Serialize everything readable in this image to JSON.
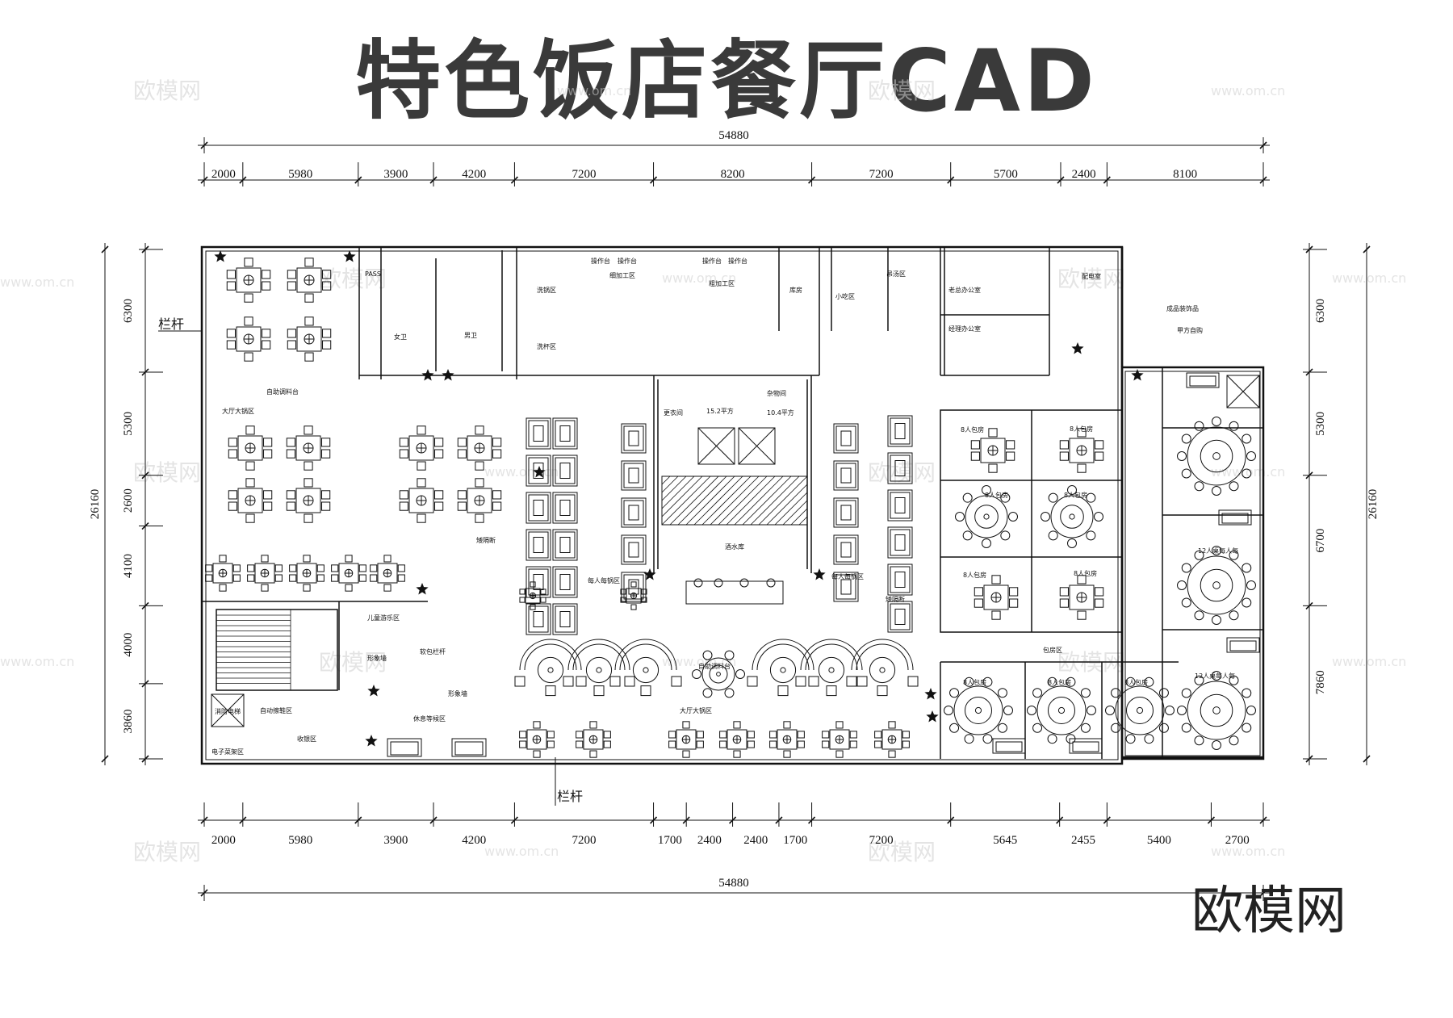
{
  "title": "特色饭店餐厅CAD",
  "brand": "欧模网",
  "watermark": {
    "logo": "欧模网",
    "url": "www.om.cn"
  },
  "dimensions": {
    "total": "54880",
    "top": [
      "2000",
      "5980",
      "3900",
      "4200",
      "7200",
      "8200",
      "7200",
      "5700",
      "2400",
      "8100"
    ],
    "bottom": [
      "2000",
      "5980",
      "3900",
      "4200",
      "7200",
      "1700",
      "2400",
      "2400",
      "1700",
      "7200",
      "5645",
      "2455",
      "5400",
      "2700"
    ],
    "left_total": "26160",
    "right_total": "26160",
    "left": [
      "6300",
      "5300",
      "2600",
      "4100",
      "4000",
      "3860"
    ],
    "right": [
      "6300",
      "5300",
      "6700",
      "7860"
    ]
  },
  "labels": {
    "railing": "栏杆",
    "lobby_hotpot": "大厅大锅区",
    "buffet_sauce": "自助调料台",
    "female_wc": "女卫",
    "male_wc": "男卫",
    "wash_pot": "洗锅区",
    "wash_cup": "洗杯区",
    "work_table": "操作台",
    "rough_area": "细加工区",
    "rough_area2": "粗加工区",
    "storage": "库房",
    "snack": "小吃区",
    "stew": "吊汤区",
    "boss_office": "老总办公室",
    "manager_office": "经理办公室",
    "power_room": "配电室",
    "finished_goods": "成品装饰品",
    "party_a": "甲方自购",
    "locker": "更衣间",
    "locker_area": "15.2平方",
    "sundry": "杂物间",
    "sundry_area": "10.4平方",
    "wine": "酒水库",
    "partition": "矮隔断",
    "per_person": "每人每锅区",
    "room8": "8人包房",
    "room12": "12人桌每人每",
    "private_area": "包房区",
    "kids": "儿童游乐区",
    "soft_rail": "软包栏杆",
    "feature_wall": "形象墙",
    "shoe": "自动擦鞋区",
    "rest": "休息等候区",
    "cashier": "收银区",
    "fire_lift": "消防电梯",
    "elec": "电子菜架区",
    "hall_hotpot": "大厅大锅区",
    "buffet2": "自助调料台",
    "pass": "PASS"
  },
  "colors": {
    "line": "#111111",
    "title": "#3a3a3a"
  }
}
